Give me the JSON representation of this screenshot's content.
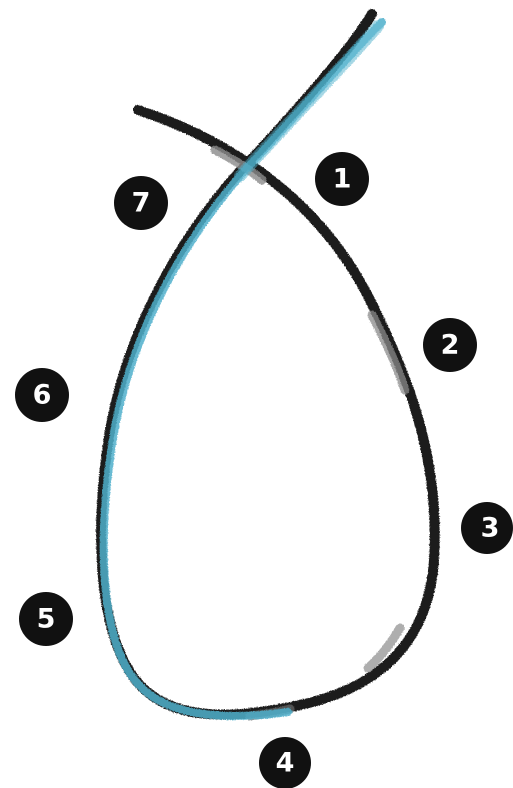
{
  "colors": {
    "background": "#ffffff",
    "stroke_dark": "#1e1e1e",
    "stroke_gray": "#8a8a8a",
    "stroke_blue": "#4fb0cc",
    "marker_fill": "#111111",
    "marker_text": "#ffffff"
  },
  "markers": [
    {
      "id": "1",
      "label": "1"
    },
    {
      "id": "2",
      "label": "2"
    },
    {
      "id": "3",
      "label": "3"
    },
    {
      "id": "4",
      "label": "4"
    },
    {
      "id": "5",
      "label": "5"
    },
    {
      "id": "6",
      "label": "6"
    },
    {
      "id": "7",
      "label": "7"
    }
  ]
}
